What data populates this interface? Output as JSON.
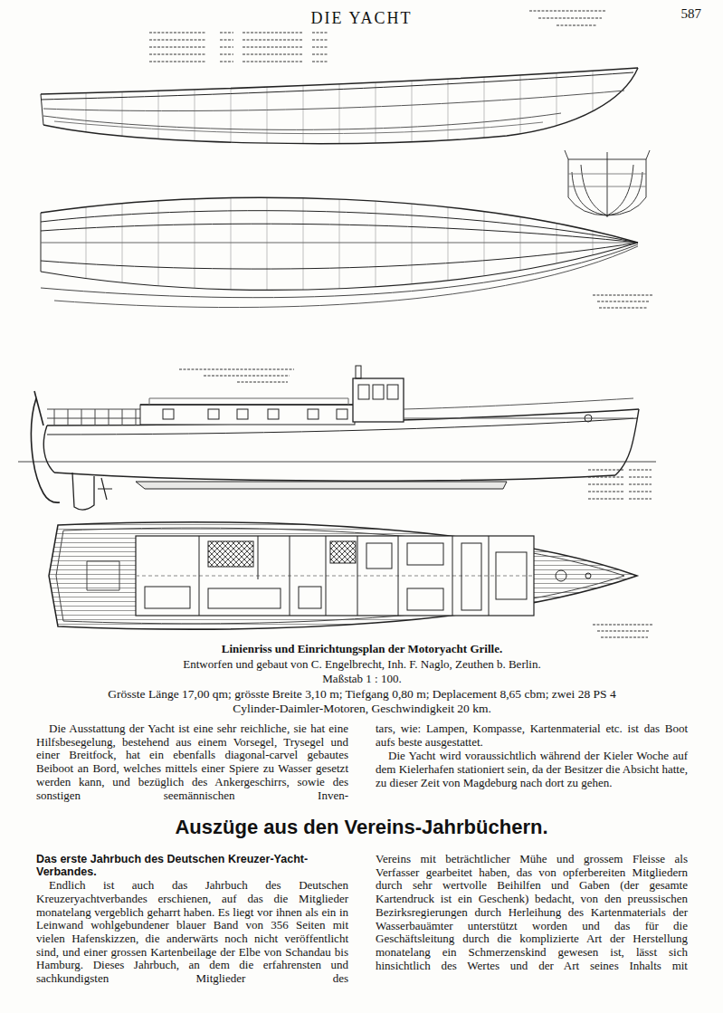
{
  "diagram": {
    "title": "DIE YACHT",
    "caption": "Linienriss und Einrichtungsplan der Motoryacht Grille.",
    "labels": [
      "587",
      "Entworfen und gebaut von C. Engelbrecht, Inh. F. Naglo, Zeuthen b. Berlin.",
      "Maßstab 1 : 100.",
      "Grösste Länge 17,00 qm; grösste Breite 3,10 m; Tiefgang 0,80 m; Deplacement 8,65 cbm; zwei 28 PS 4 Cylinder-Daimler-Motoren, Geschwindigkeit 20 km.",
      "Die Ausstattung der Yacht ist eine sehr reichliche, sie hat eine Hilfsbesegelung, bestehend aus einem Vorsegel, Trysegel und einer Breitfock, hat ein ebenfalls diagonal-carvel gebautes Beiboot an Bord, welches mittels einer Spiere zu Wasser gesetzt werden kann, und bezüglich des Ankergeschirrs, sowie des sonstigen seemännischen Inven-",
      "tars, wie: Lampen, Kompasse, Kartenmaterial etc. ist das Boot aufs beste ausgestattet.",
      "Die Yacht wird voraussichtlich während der Kieler Woche auf dem Kielerhafen stationiert sein, da der Besitzer die Absicht hatte, zu dieser Zeit von Magdeburg nach dort zu gehen.",
      "Auszüge aus den Vereins-Jahrbüchern.",
      "Das erste Jahrbuch des Deutschen Kreuzer-Yacht-Verbandes.",
      "Endlich ist auch das Jahrbuch des Deutschen Kreuzeryachtverbandes erschienen, auf das die Mitglieder monatelang vergeblich geharrt haben. Es liegt vor ihnen als ein in Leinwand wohlgebundener blauer Band von 356 Seiten mit vielen Hafenskizzen, die anderwärts noch nicht veröffentlicht sind, und einer grossen Kartenbeilage der Elbe von Schandau bis Hamburg. Dieses Jahrbuch, an dem die erfahrensten und sachkundigsten Mitglieder des",
      "Vereins mit beträchtlicher Mühe und grossem Fleisse als Verfasser gearbeitet haben, das von opferbereiten Mitgliedern durch sehr wertvolle Beihilfen und Gaben (der gesamte Kartendruck ist ein Geschenk) bedacht, von den preussischen Bezirksregierungen durch Herleihung des Kartenmaterials der Wasserbauämter unterstützt worden und das für die Geschäftsleitung durch die komplizierte Art der Herstellung monatelang ein Schmerzenskind gewesen ist, lässt sich hinsichtlich des Wertes und der Art seines Inhalts mit"
    ]
  }
}
